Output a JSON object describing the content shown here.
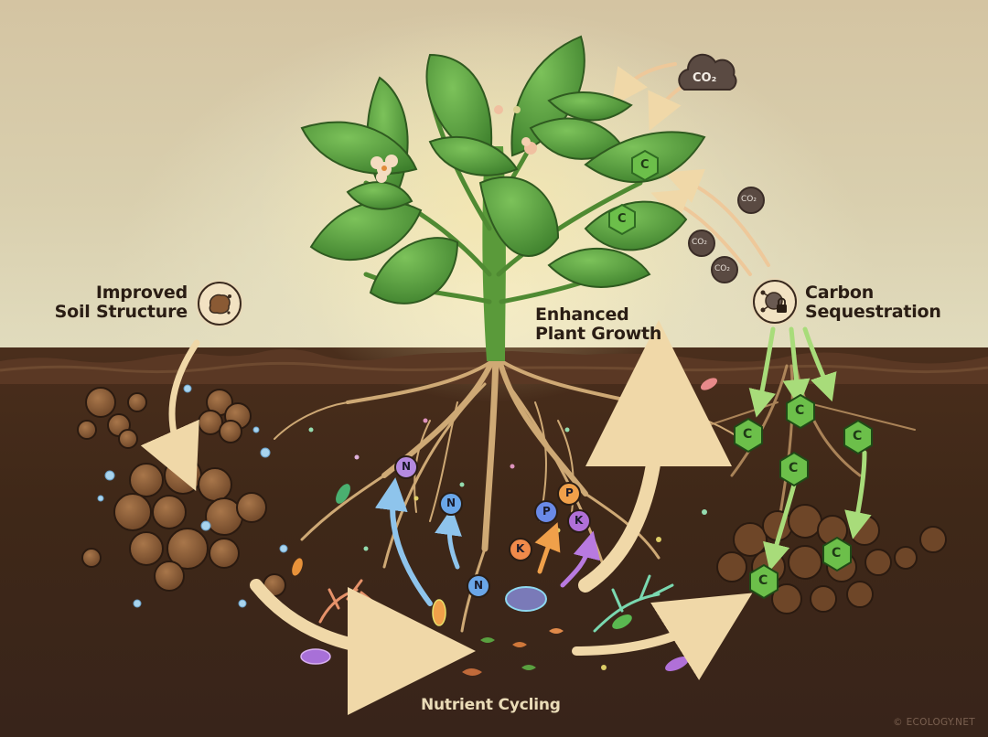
{
  "labels": {
    "soil_structure": {
      "line1": "Improved",
      "line2": "Soil Structure"
    },
    "plant_growth": {
      "line1": "Enhanced",
      "line2": "Plant Growth"
    },
    "carbon": {
      "line1": "Carbon",
      "line2": "Sequestration"
    },
    "nutrient_cycling": "Nutrient Cycling"
  },
  "credit": "© ECOLOGY.NET",
  "atmosphere": {
    "cloud_label": "CO₂",
    "co2_bubbles": [
      "CO₂",
      "CO₂",
      "CO₂"
    ]
  },
  "carbon_markers": {
    "leaf": [
      "C",
      "C"
    ],
    "soil": [
      "C",
      "C",
      "C",
      "C",
      "C",
      "C"
    ]
  },
  "nutrients": [
    {
      "symbol": "N",
      "color": "#b48ae0"
    },
    {
      "symbol": "N",
      "color": "#6aa6e8"
    },
    {
      "symbol": "N",
      "color": "#6aa6e8"
    },
    {
      "symbol": "P",
      "color": "#6a8ae8"
    },
    {
      "symbol": "P",
      "color": "#f0a04a"
    },
    {
      "symbol": "K",
      "color": "#b070d8"
    },
    {
      "symbol": "K",
      "color": "#f08a4a"
    }
  ],
  "icons": {
    "soil_structure": "soil-clod-icon",
    "carbon": "carbon-lock-icon"
  },
  "colors": {
    "sky": "#d6c9a6",
    "soil": "#3f2818",
    "leaf": "#4f9a3a",
    "root": "#d6b07a",
    "arrow": "#f0d8a8",
    "carbon_green": "#6cbf4a",
    "label_dark": "#2a1d14",
    "label_light": "#eadcb8"
  }
}
